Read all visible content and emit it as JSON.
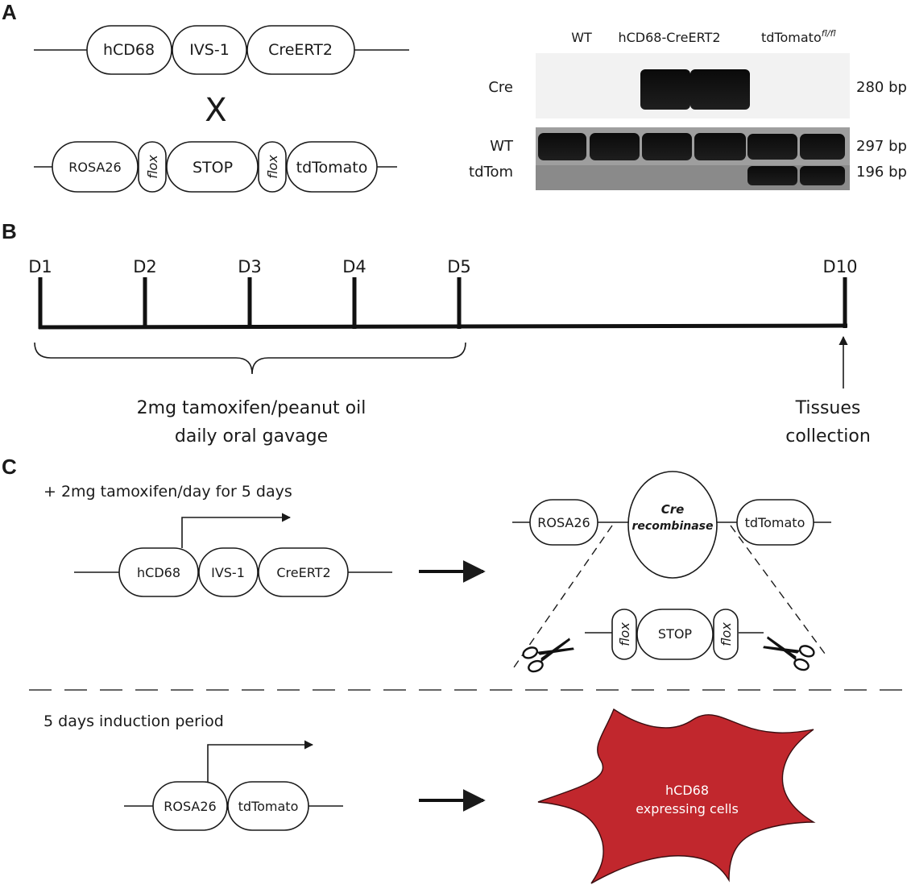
{
  "panels": {
    "a": "A",
    "b": "B",
    "c": "C"
  },
  "panel_a": {
    "construct1": [
      "hCD68",
      "IVS-1",
      "CreERT2"
    ],
    "cross_symbol": "X",
    "construct2": {
      "rosa": "ROSA26",
      "flox": "flox",
      "stop": "STOP",
      "td": "tdTomato"
    },
    "gel": {
      "lanes": {
        "wt": "WT",
        "cre_line": "hCD68-CreERT2",
        "td_line": "tdTomato",
        "td_sup": "fl/fl"
      },
      "rows": {
        "cre": "Cre",
        "wt": "WT",
        "tdtom": "tdTom"
      },
      "sizes": {
        "cre": "280 bp",
        "wt": "297 bp",
        "tdtom": "196 bp"
      }
    }
  },
  "panel_b": {
    "days": [
      "D1",
      "D2",
      "D3",
      "D4",
      "D5",
      "D10"
    ],
    "treatment_line1": "2mg tamoxifen/peanut oil",
    "treatment_line2": "daily oral gavage",
    "collection_line1": "Tissues",
    "collection_line2": "collection"
  },
  "panel_c": {
    "induction_label": "+ 2mg tamoxifen/day for 5 days",
    "construct": [
      "hCD68",
      "IVS-1",
      "CreERT2"
    ],
    "recomb": {
      "rosa": "ROSA26",
      "cre1": "Cre",
      "cre2": "recombinase",
      "td": "tdTomato"
    },
    "excised": {
      "flox": "flox",
      "stop": "STOP"
    },
    "period_label": "5 days induction period",
    "result_construct": [
      "ROSA26",
      "tdTomato"
    ],
    "cell_line1": "hCD68",
    "cell_line2": "expressing cells",
    "cell_color": "#c1272d"
  }
}
